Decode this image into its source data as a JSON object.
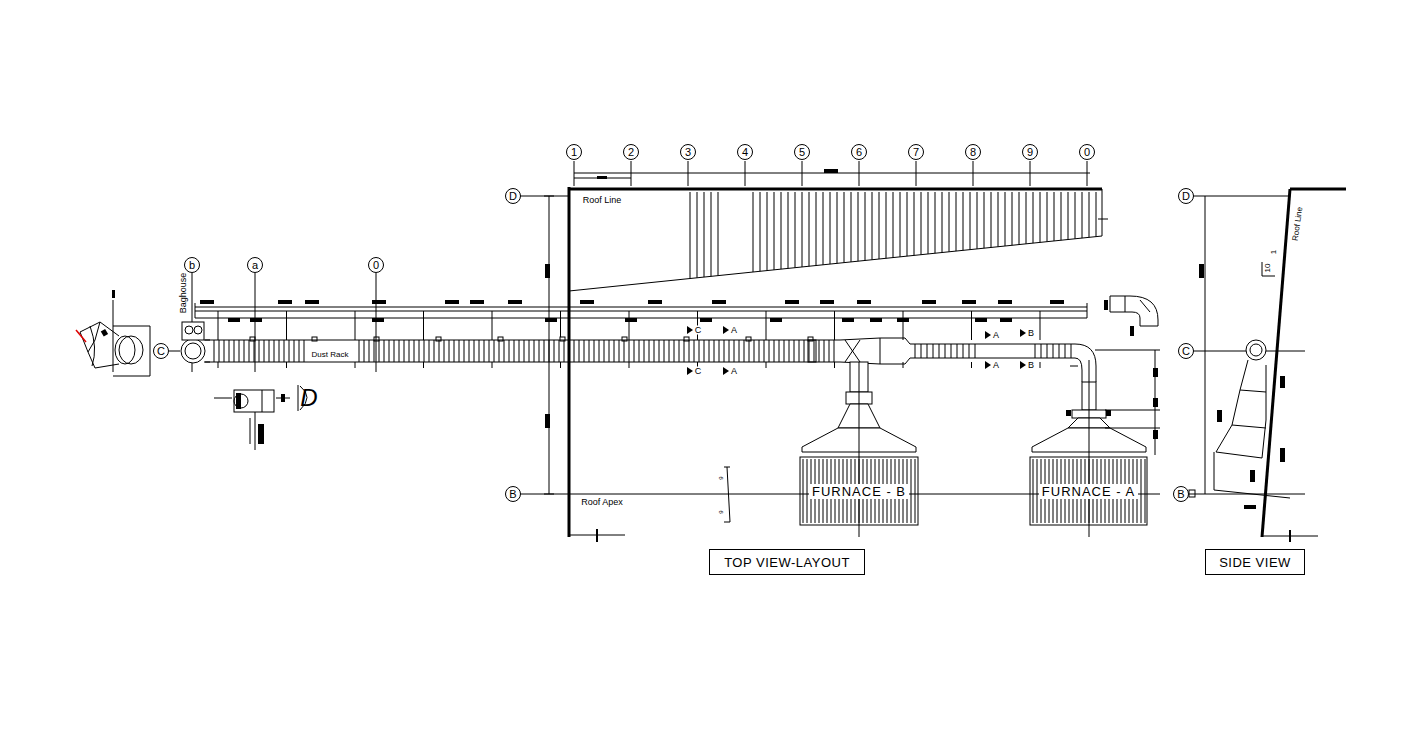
{
  "diagram": {
    "nodes": [
      {
        "text": [
          "1"
        ]
      },
      {
        "text": [
          "2"
        ]
      },
      {
        "text": [
          "3"
        ]
      },
      {
        "text": [
          "4"
        ]
      },
      {
        "text": [
          "5"
        ]
      },
      {
        "text": [
          "6"
        ]
      },
      {
        "text": [
          "7"
        ]
      },
      {
        "text": [
          "8"
        ]
      },
      {
        "text": [
          "9"
        ]
      },
      {
        "text": [
          "0"
        ]
      },
      {
        "text": [
          "D"
        ]
      },
      {
        "text": [
          "B"
        ]
      },
      {
        "text": [
          "b"
        ]
      },
      {
        "text": [
          "a"
        ]
      },
      {
        "text": [
          "0"
        ]
      },
      {
        "text": [
          "C"
        ]
      },
      {
        "text": [
          "FURNACE - B"
        ]
      },
      {
        "text": [
          "FURNACE - A"
        ]
      },
      {
        "text": [
          "TOP VIEW-LAYOUT"
        ]
      },
      {
        "text": [
          "SIDE VIEW"
        ]
      },
      {
        "text": [
          "D"
        ]
      },
      {
        "text": [
          "C"
        ]
      },
      {
        "text": [
          "B"
        ]
      }
    ],
    "labels": [
      "Roof Line",
      "Roof Apex",
      "Baghouse",
      "Dust Rack",
      "C",
      "A",
      "C",
      "A",
      "A",
      "B",
      "A",
      "B",
      "D",
      "Roof Line",
      "10",
      "1",
      "9",
      "9"
    ]
  }
}
